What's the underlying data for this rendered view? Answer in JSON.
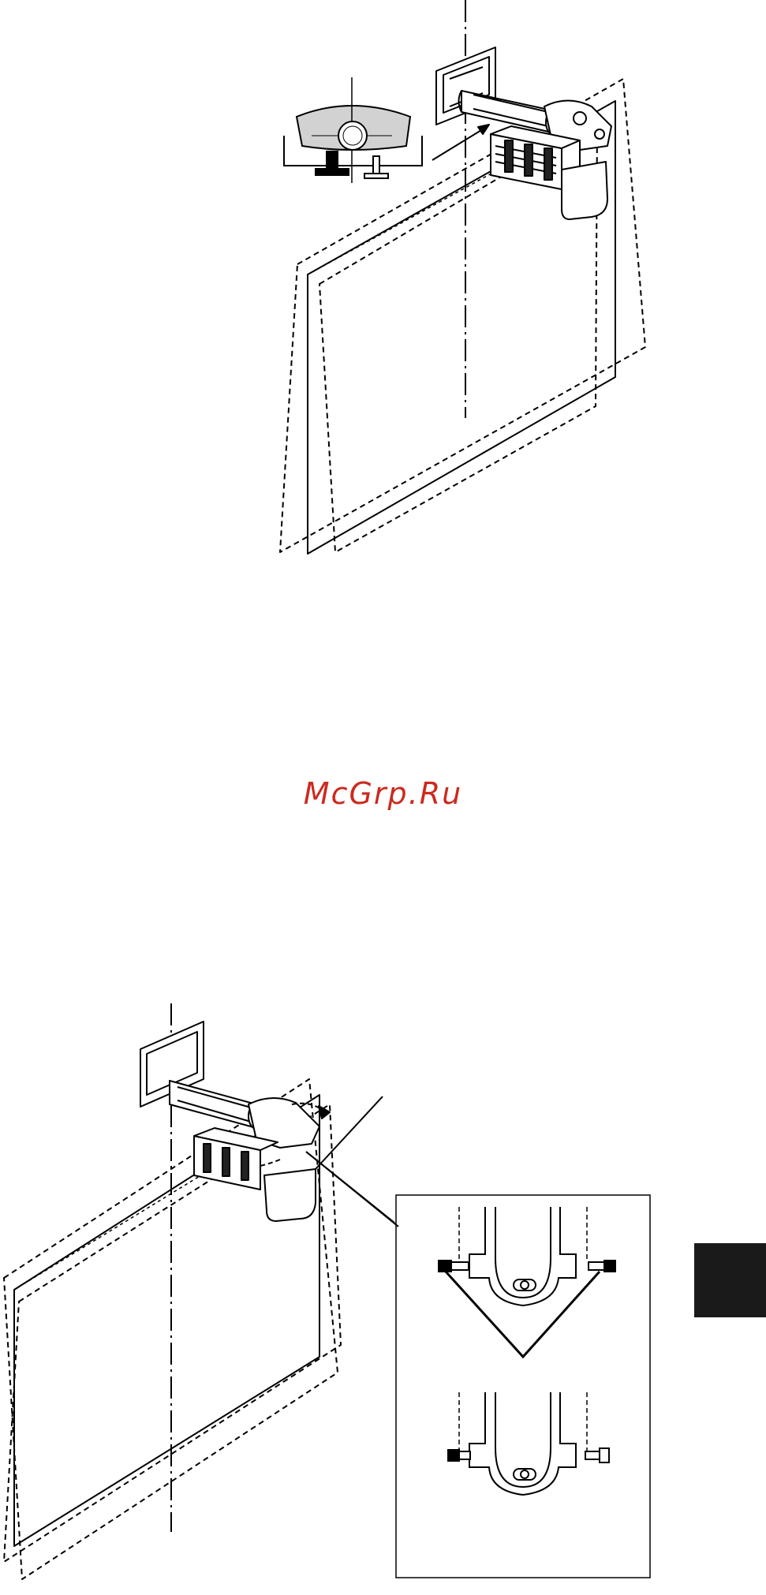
{
  "watermark": {
    "text": "McGrp.Ru",
    "color": "#cc2a1f"
  },
  "side_tab": {
    "color": "#1a1a1a"
  },
  "figures": {
    "top": {
      "name": "projector-wall-mount-lateral-tilt-diagram"
    },
    "bottom": {
      "name": "projector-wall-mount-adjustment-diagram"
    }
  }
}
